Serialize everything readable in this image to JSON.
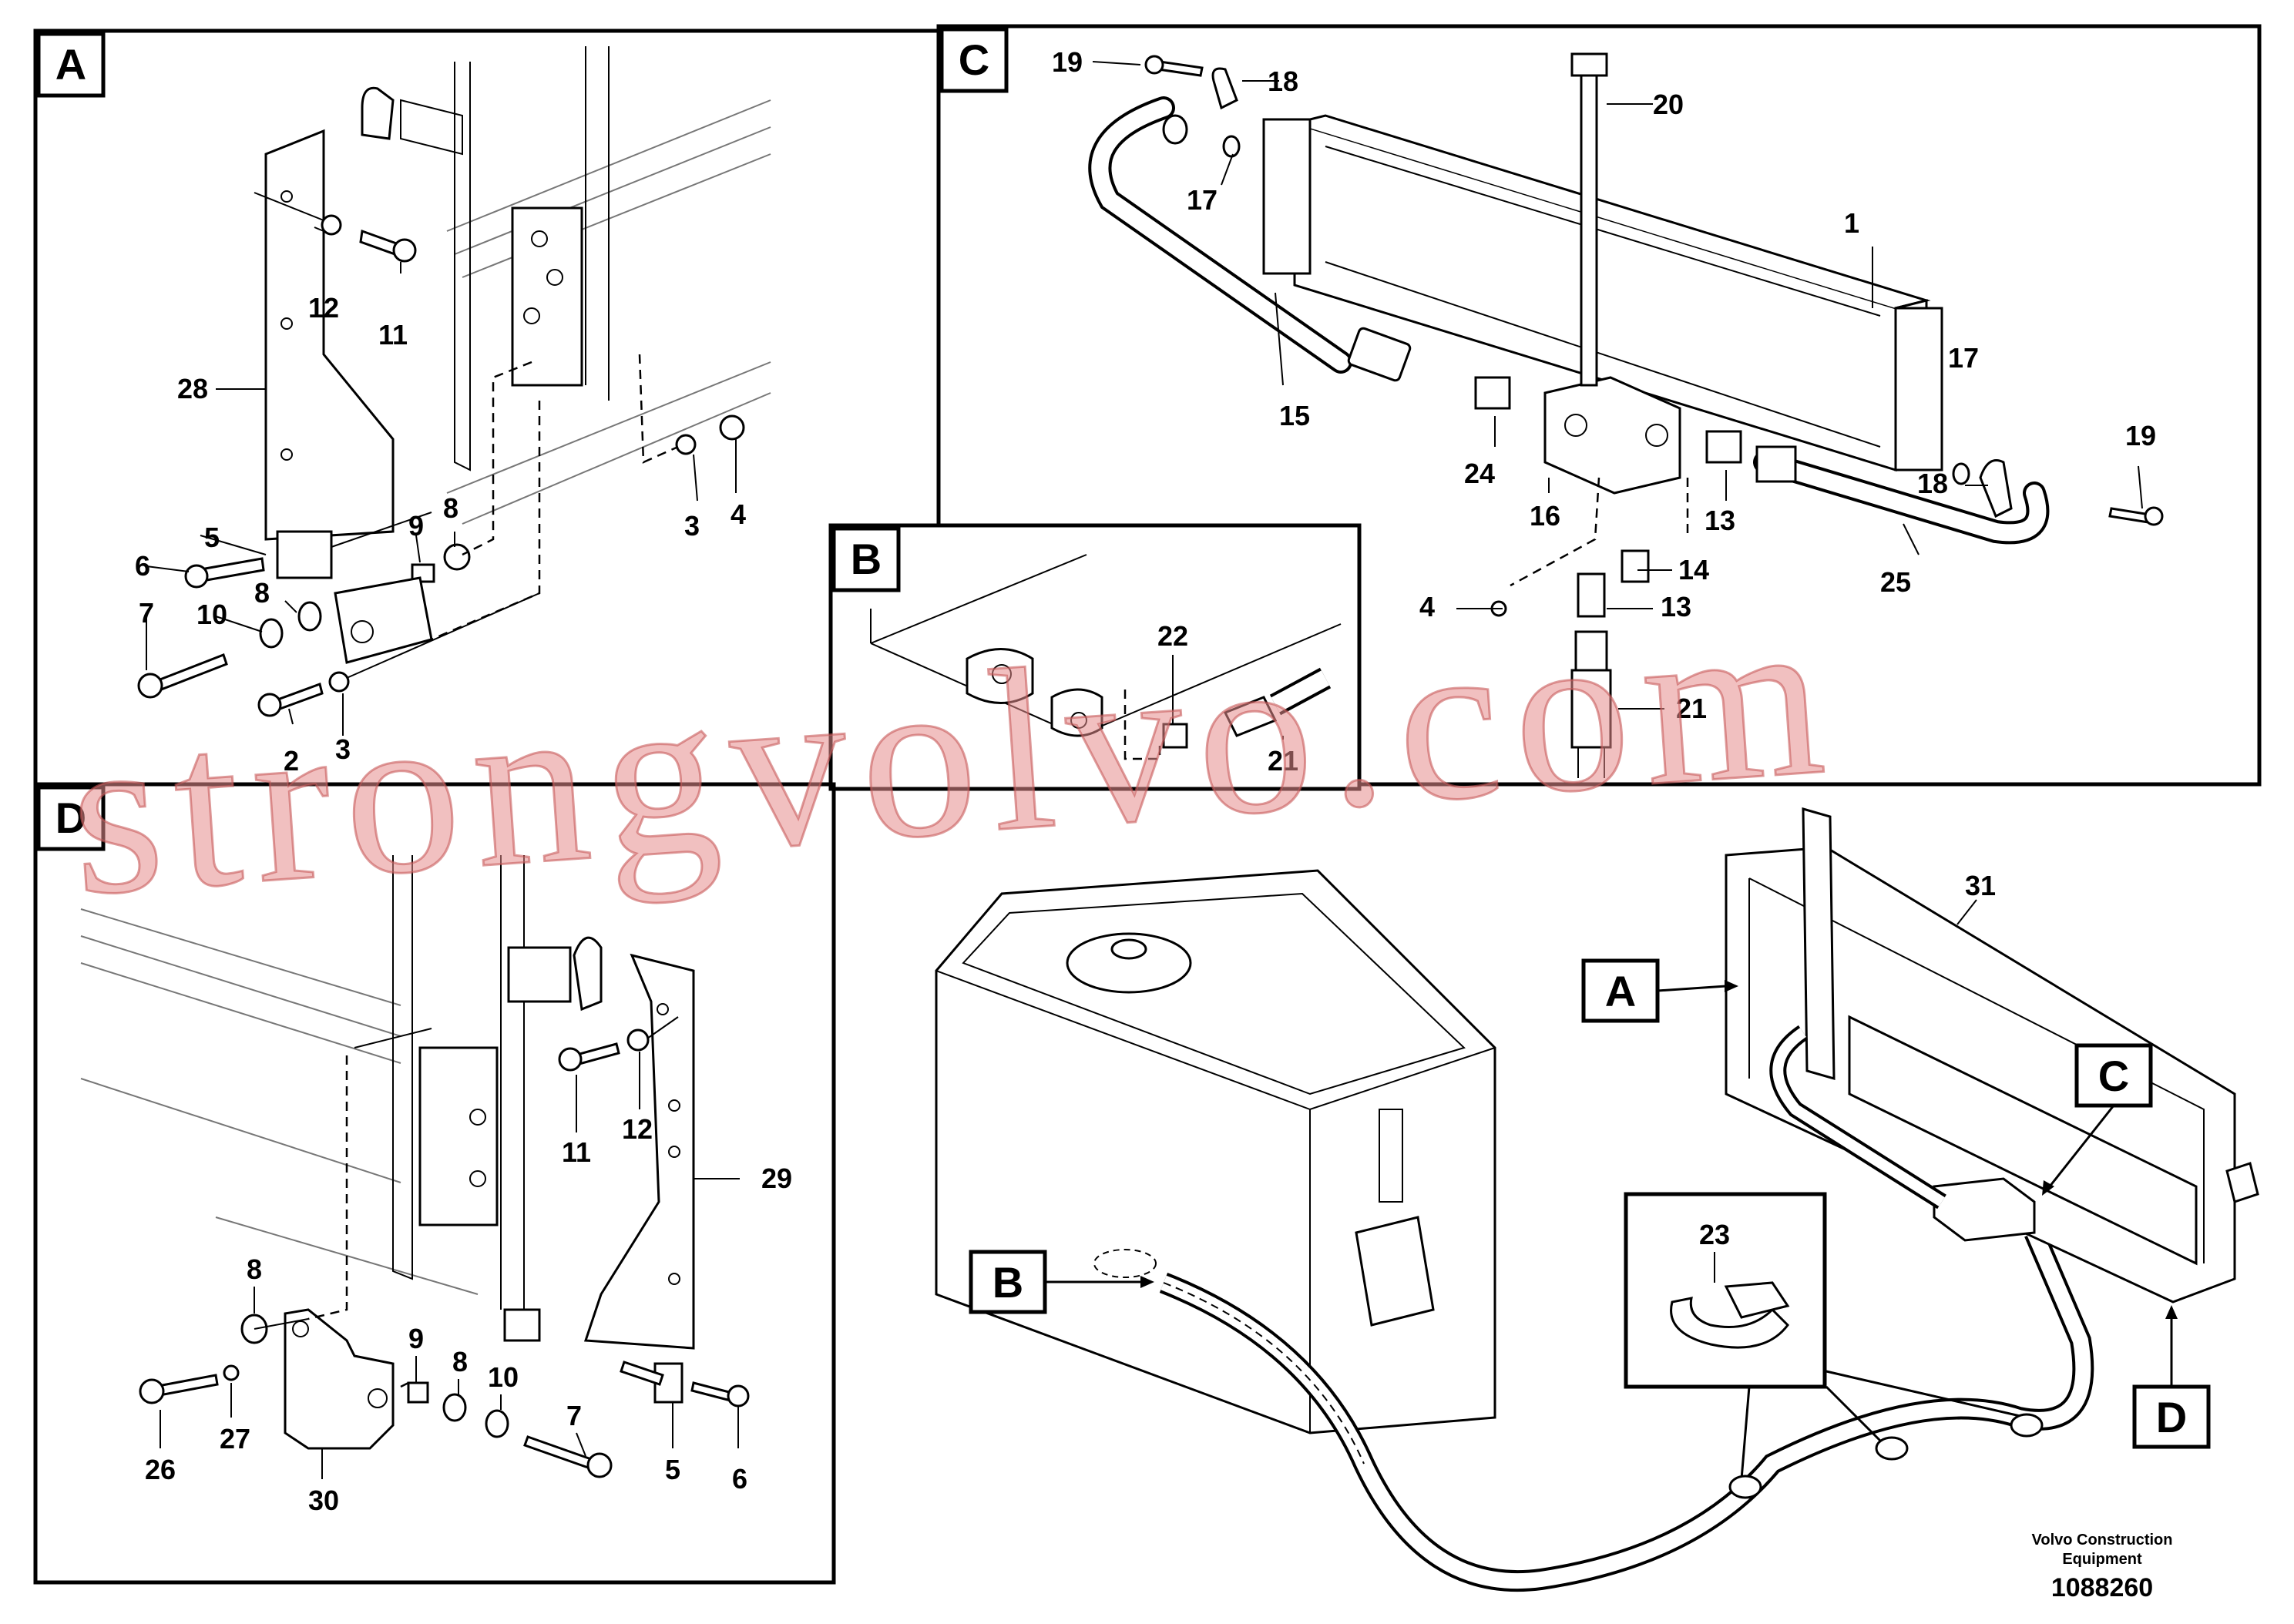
{
  "panels": {
    "A": {
      "letter": "A",
      "labels": [
        "28",
        "12",
        "11",
        "5",
        "6",
        "9",
        "8",
        "7",
        "10",
        "8",
        "2",
        "3",
        "3",
        "4"
      ]
    },
    "B": {
      "letter": "B",
      "labels": [
        "22",
        "21"
      ]
    },
    "C": {
      "letter": "C",
      "labels": [
        "19",
        "18",
        "20",
        "17",
        "1",
        "17",
        "15",
        "24",
        "16",
        "13",
        "19",
        "18",
        "25",
        "14",
        "4",
        "13",
        "21"
      ]
    },
    "D": {
      "letter": "D",
      "labels": [
        "11",
        "12",
        "29",
        "8",
        "9",
        "8",
        "10",
        "7",
        "26",
        "27",
        "30",
        "5",
        "6"
      ]
    },
    "main": {
      "labels": [
        "31",
        "23"
      ],
      "callouts": [
        "A",
        "C",
        "B",
        "D"
      ]
    }
  },
  "watermark": "strongvolvo.com",
  "footer": {
    "line1": "Volvo Construction",
    "line2": "Equipment",
    "id": "1088260"
  }
}
